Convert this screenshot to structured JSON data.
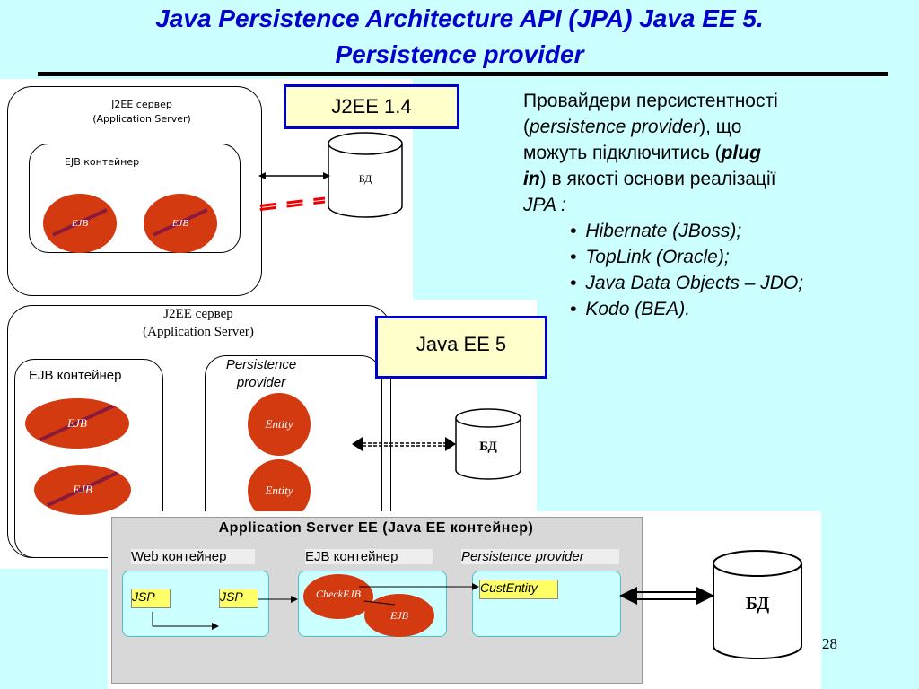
{
  "slide": {
    "title_line1": "Java Persistence Architecture API (JPA) Java EE 5.",
    "title_line2": "Persistence provider",
    "page_number": "28"
  },
  "diagram1": {
    "server_line1": "J2EE  сервер",
    "server_line2": "(Application Server)",
    "container_label": "EJB контейнер",
    "ejb1": "EJB",
    "ejb2": "EJB",
    "db_label": "БД",
    "version_label": "J2EE 1.4"
  },
  "diagram2": {
    "server_line1": "J2EE  сервер",
    "server_line2": "(Application Server)",
    "ejb_container_label": "EJB контейнер",
    "persistence_line1": "Persistence",
    "persistence_line2": "provider",
    "ejb1": "EJB",
    "ejb2": "EJB",
    "entity1": "Entity",
    "entity2": "Entity",
    "db_label": "БД",
    "version_label": "Java EE 5"
  },
  "diagram3": {
    "header": "Application Server EE (Java EE контейнер)",
    "web_container": "Web контейнер",
    "ejb_container": "EJB контейнер",
    "persistence_provider": "Persistence provider",
    "jsp1": "JSP",
    "jsp2": "JSP",
    "checkejb": "CheckEJB",
    "ejb": "EJB",
    "custentity": "CustEntity",
    "db_label": "БД"
  },
  "text": {
    "line1": "Провайдери персистентності",
    "line2_a": "(",
    "line2_italic": "persistence provider",
    "line2_b": "), що",
    "line3_a": "можуть підключитись (",
    "line3_bold": "plug",
    "line4_bold": "in",
    "line4_b": ") в якості основи реалізації",
    "line5": "JPA :",
    "bullets": [
      "Hibernate (JBoss);",
      "TopLink (Oracle);",
      "Java Data Objects – JDO;",
      "Kodo (BEA)."
    ]
  }
}
